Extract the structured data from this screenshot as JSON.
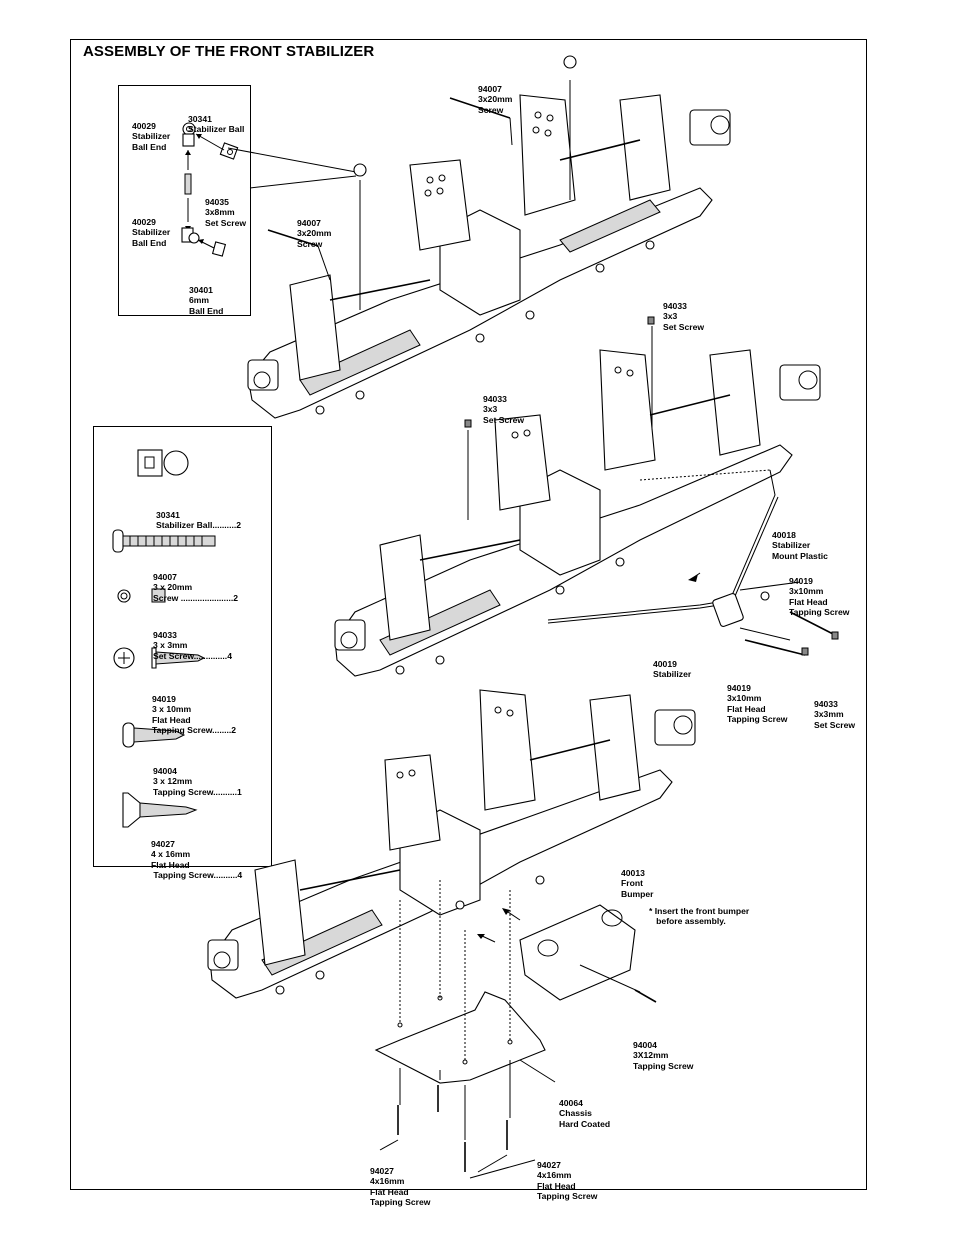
{
  "title": "ASSEMBLY OF THE FRONT STABILIZER",
  "inset_labels": {
    "a": [
      "40029",
      "Stabilizer",
      "Ball End"
    ],
    "b": [
      "30341",
      "Stabilizer Ball"
    ],
    "c": [
      "94035",
      "3x8mm",
      "Set Screw"
    ],
    "d": [
      "40029",
      "Stabilizer",
      "Ball End"
    ],
    "e": [
      "30401",
      "6mm",
      "Ball End"
    ]
  },
  "step1_labels": {
    "screw_top": [
      "94007",
      "3x20mm",
      "Screw"
    ],
    "screw_left": [
      "94007",
      "3x20mm",
      "Screw"
    ]
  },
  "step2_labels": {
    "setscrew_top": [
      "94033",
      "3x3",
      "Set Screw"
    ],
    "setscrew_left": [
      "94033",
      "3x3",
      "Set Screw"
    ],
    "mount": [
      "40018",
      "Stabilizer",
      "Mount Plastic"
    ],
    "tap_right": [
      "94019",
      "3x10mm",
      "Flat Head",
      "Tapping Screw"
    ],
    "stabilizer": [
      "40019",
      "Stabilizer"
    ],
    "tap_bottom": [
      "94019",
      "3x10mm",
      "Flat Head",
      "Tapping Screw"
    ],
    "setscrew_bottom": [
      "94033",
      "3x3mm",
      "Set Screw"
    ]
  },
  "step3_labels": {
    "bumper": [
      "40013",
      "Front",
      "Bumper"
    ],
    "note": [
      "* Insert the front bumper",
      "   before assembly."
    ],
    "tap_bumper": [
      "94004",
      "3X12mm",
      "Tapping Screw"
    ],
    "chassis": [
      "40064",
      "Chassis",
      "Hard Coated"
    ],
    "fh_left": [
      "94027",
      "4x16mm",
      "Flat Head",
      "Tapping Screw"
    ],
    "fh_right": [
      "94027",
      "4x16mm",
      "Flat Head",
      "Tapping Screw"
    ]
  },
  "parts_list": {
    "p1": [
      "30341",
      "Stabilizer Ball..........2"
    ],
    "p2": [
      "94007",
      "3 x 20mm",
      "Screw ......................2"
    ],
    "p3": [
      "94033",
      "3 x 3mm",
      "Set Screw..............4"
    ],
    "p4": [
      "94019",
      "3 x 10mm",
      "Flat Head",
      "Tapping Screw........2"
    ],
    "p5": [
      "94004",
      "3 x 12mm",
      "Tapping Screw..........1"
    ],
    "p6": [
      "94027",
      "4 x 16mm",
      "Flat Head",
      " Tapping Screw..........4"
    ]
  }
}
